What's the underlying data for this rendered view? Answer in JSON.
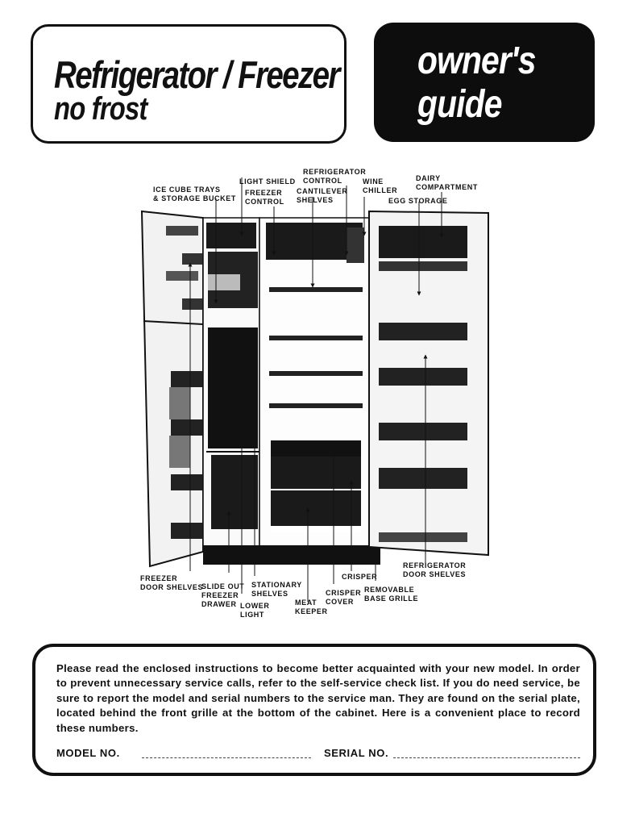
{
  "header": {
    "title_line1": "Refrigerator / Freezer",
    "title_line2": "no frost",
    "guide_line1": "owner's",
    "guide_line2": "guide"
  },
  "diagram": {
    "labels": {
      "ice_cube_trays": "ICE CUBE TRAYS\n& STORAGE BUCKET",
      "light_shield": "LIGHT SHIELD",
      "freezer_control": "FREEZER\nCONTROL",
      "refrigerator_control": "REFRIGERATOR\nCONTROL",
      "cantilever_shelves": "CANTILEVER\nSHELVES",
      "wine_chiller": "WINE\nCHILLER",
      "dairy_compartment": "DAIRY\nCOMPARTMENT",
      "egg_storage": "EGG STORAGE",
      "freezer_door_shelves": "FREEZER\nDOOR SHELVES",
      "slide_out_freezer_drawer": "SLIDE OUT\nFREEZER\nDRAWER",
      "lower_light": "LOWER\nLIGHT",
      "stationary_shelves": "STATIONARY\nSHELVES",
      "meat_keeper": "MEAT\nKEEPER",
      "crisper_cover": "CRISPER\nCOVER",
      "crisper": "CRISPER",
      "removable_base_grille": "REMOVABLE\nBASE GRILLE",
      "refrigerator_door_shelves": "REFRIGERATOR\nDOOR SHELVES"
    }
  },
  "info": {
    "text": "Please read the enclosed instructions to become better acquainted with your new model. In order to prevent unnecessary service calls, refer to the self-service check list. If you do need service, be sure to report the model and serial numbers to the service man. They are found on the serial plate, located behind the front grille at the bottom of the cabinet. Here is a convenient place to record these numbers.",
    "model_label": "MODEL NO.",
    "serial_label": "SERIAL NO."
  }
}
